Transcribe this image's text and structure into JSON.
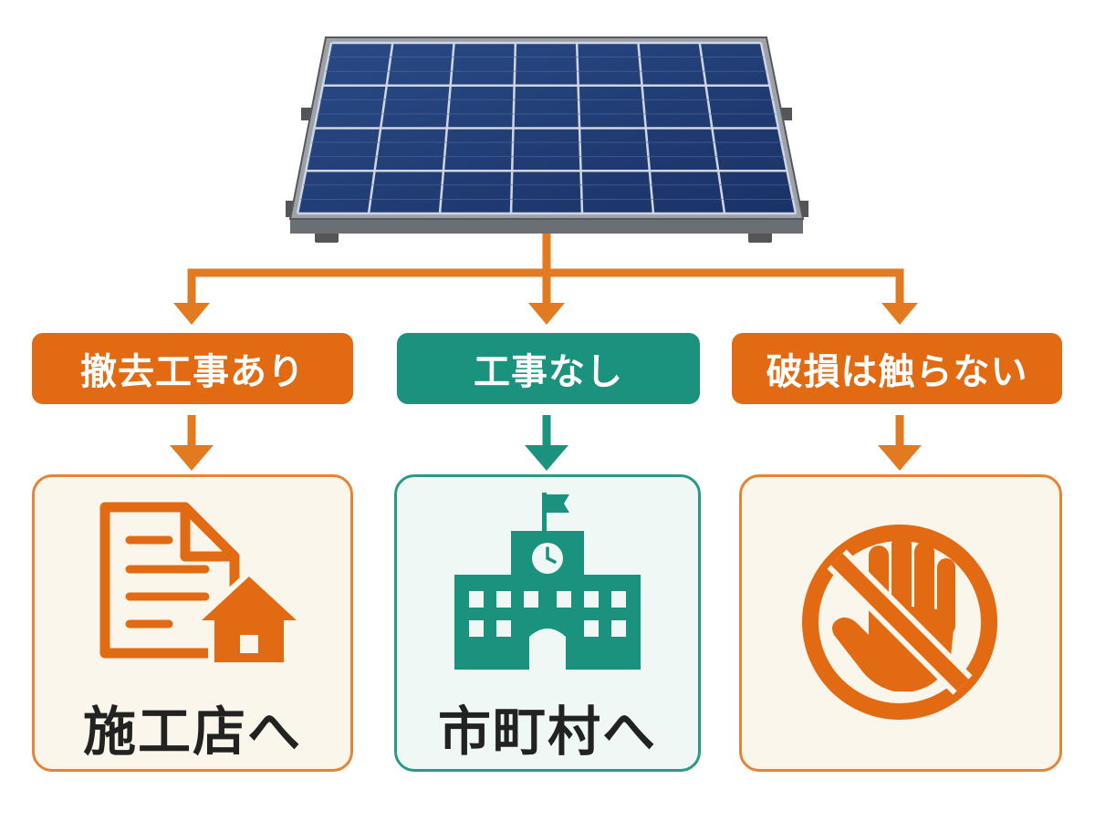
{
  "branches": [
    {
      "condition": "撤去工事あり",
      "destination": "施工店へ",
      "icon": "document-with-house-icon",
      "color": "#E26A12"
    },
    {
      "condition": "工事なし",
      "destination": "市町村へ",
      "icon": "city-hall-building-icon",
      "color": "#1B927D"
    },
    {
      "condition": "破損は触らない",
      "destination": "",
      "icon": "no-touch-hand-icon",
      "color": "#E26A12"
    }
  ],
  "source_icon": "solar-panel-icon",
  "connector_color": "#E27A22"
}
